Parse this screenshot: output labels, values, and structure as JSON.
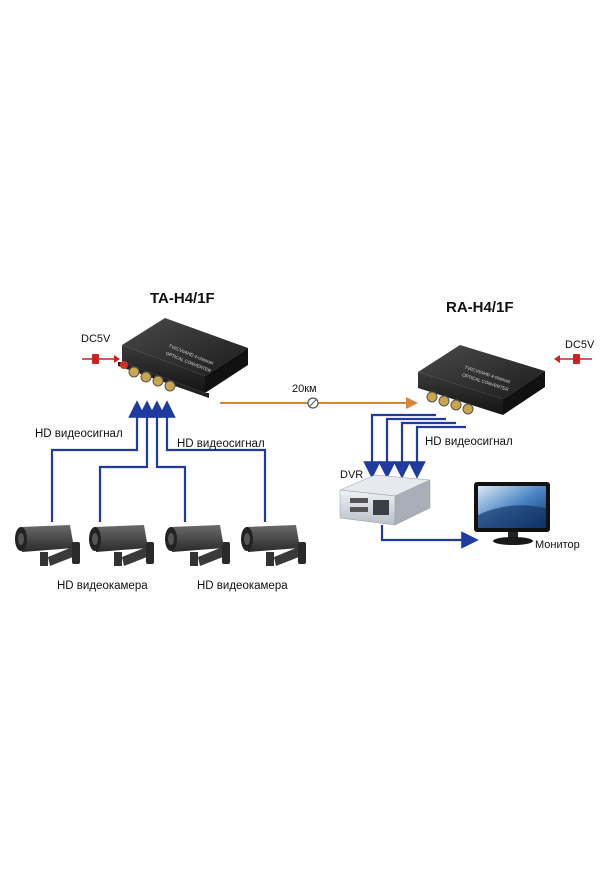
{
  "transmitter": {
    "model": "TA-H4/1F",
    "power_label": "DC5V",
    "face_text_1": "TVI/CVI/AHD 4-channel",
    "face_text_2": "OPTICAL  CONVERTER"
  },
  "receiver": {
    "model": "RA-H4/1F",
    "power_label": "DC5V",
    "face_text_1": "TVI/CVI/AHD 4-channel",
    "face_text_2": "OPTICAL  CONVERTER"
  },
  "fiber": {
    "distance_label": "20км"
  },
  "signals": {
    "left_1": "HD видеосигнал",
    "left_2": "HD видеосигнал",
    "right": "HD видеосигнал"
  },
  "cameras": {
    "label_1": "HD видеокамера",
    "label_2": "HD видеокамера",
    "count": 4
  },
  "dvr": {
    "label": "DVR"
  },
  "monitor": {
    "label": "Монитор"
  },
  "colors": {
    "signal_blue": "#1f3b9e",
    "fiber_orange": "#d9843a",
    "power_red": "#cc2222",
    "device_body": "#2a2a2a"
  }
}
